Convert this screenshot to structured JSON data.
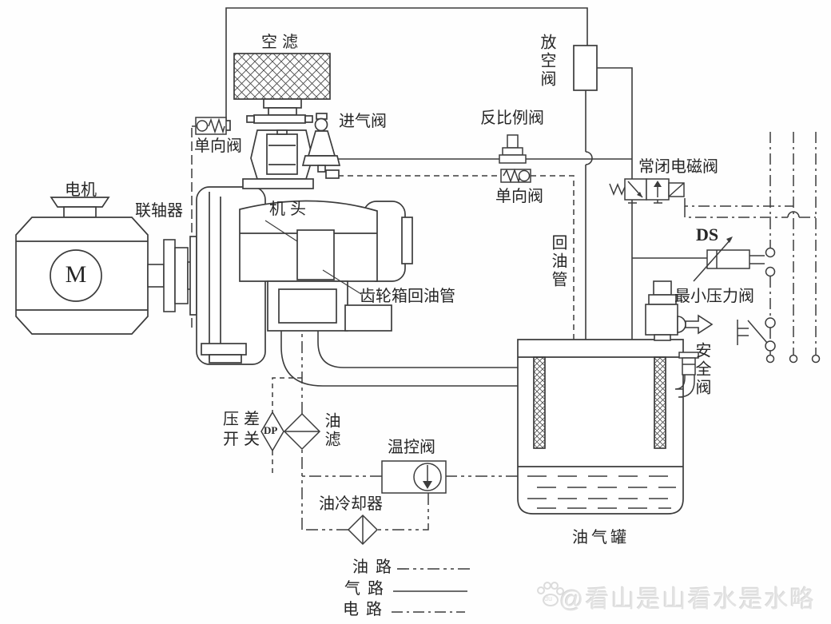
{
  "labels": {
    "air_filter": "空滤",
    "vent_valve": "放空阀",
    "intake_valve": "进气阀",
    "check_valve_left": "单向阀",
    "inverse_proportional_valve": "反比例阀",
    "check_valve_mid": "单向阀",
    "nc_solenoid_valve": "常闭电磁阀",
    "pressure_switch_ds": "DS",
    "motor": "电机",
    "motor_letter": "M",
    "coupling": "联轴器",
    "airend": "机头",
    "gearbox_oil_return_pipe": "齿轮箱回油管",
    "oil_return_pipe": "回油管",
    "min_pressure_valve": "最小压力阀",
    "safety_valve": "安全阀",
    "dp_switch_line1": "压差",
    "dp_switch_line2": "开关",
    "dp_letter": "DP",
    "oil_filter": "油滤",
    "temp_control_valve": "温控阀",
    "oil_cooler": "油冷却器",
    "oil_gas_tank": "油气罐"
  },
  "legend": {
    "oil_label": "油路",
    "gas_label": "气路",
    "electric_label": "电路"
  },
  "watermark": {
    "badge": "du",
    "handle": "@看山是山看水是水略"
  },
  "line_colors": {
    "ink": "#3c3c3c",
    "watermark_gray": "#e3e3e3"
  }
}
